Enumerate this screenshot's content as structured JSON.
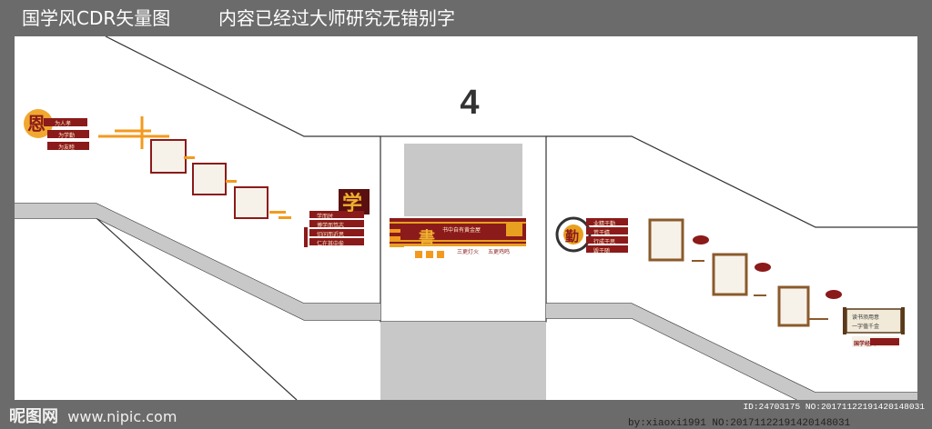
{
  "header": {
    "title_left": "国学风CDR矢量图",
    "title_right": "内容已经过大师研究无错别字"
  },
  "wall": {
    "section_number": "4"
  },
  "panels": {
    "en": {
      "char": "恩",
      "lines": [
        "为人孝",
        "为学勤",
        "为友睦"
      ]
    },
    "xue": {
      "char": "学",
      "lines": [
        "学而时",
        "博学而笃志",
        "切问而近思",
        "仁在其中矣"
      ]
    },
    "shu": {
      "char": "書",
      "line_top": "书中自有黄金屋",
      "line_bottom_left": "三更灯火",
      "line_bottom_right": "五更鸡鸣"
    },
    "qin": {
      "char": "勤",
      "lines": [
        "业精于勤",
        "荒于嬉",
        "行成于思",
        "毁于随"
      ]
    },
    "scroll_tag": {
      "lines": [
        "读书须用意",
        "一字值千金"
      ]
    },
    "guoxue_tag": {
      "text": "国学经典"
    }
  },
  "colors": {
    "wall_line": "#333333",
    "gray_block": "#c8c8c8",
    "maroon": "#8b1a1a",
    "gold": "#e8a020",
    "orange": "#f39a1e"
  },
  "watermark": {
    "site": "昵图网",
    "url": "www.nipic.com",
    "id_text": "ID:24703175 NO:20171122191420148031",
    "strip": "by:xiaoxi1991  NO:20171122191420148031"
  }
}
